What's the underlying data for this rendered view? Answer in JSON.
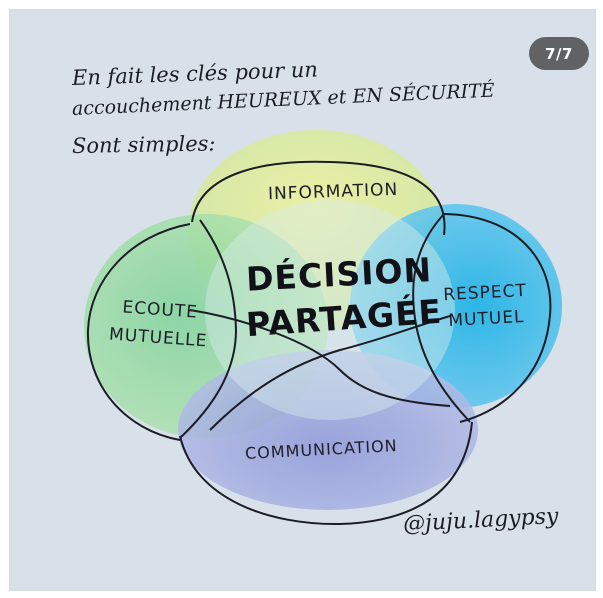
{
  "counter": "7/7",
  "intro": {
    "line1": "En fait les clés pour un",
    "line2": "accouchement HEUREUX et EN SÉCURITÉ",
    "line3": "Sont simples:"
  },
  "diagram": {
    "top": "INFORMATION",
    "left_line1": "ECOUTE",
    "left_line2": "MUTUELLE",
    "right_line1": "RESPECT",
    "right_line2": "MUTUEL",
    "bottom": "COMMUNICATION",
    "center_line1": "DÉCISION",
    "center_line2": "PARTAGÉE"
  },
  "signature": "@juju.lagypsy",
  "colors": {
    "paper": "#d8e1ea",
    "yellow": "#e6ec8e",
    "green": "#8fd6a0",
    "cyan": "#27b8e6",
    "purple": "#9aa3dc",
    "ink": "#1c1c24"
  }
}
